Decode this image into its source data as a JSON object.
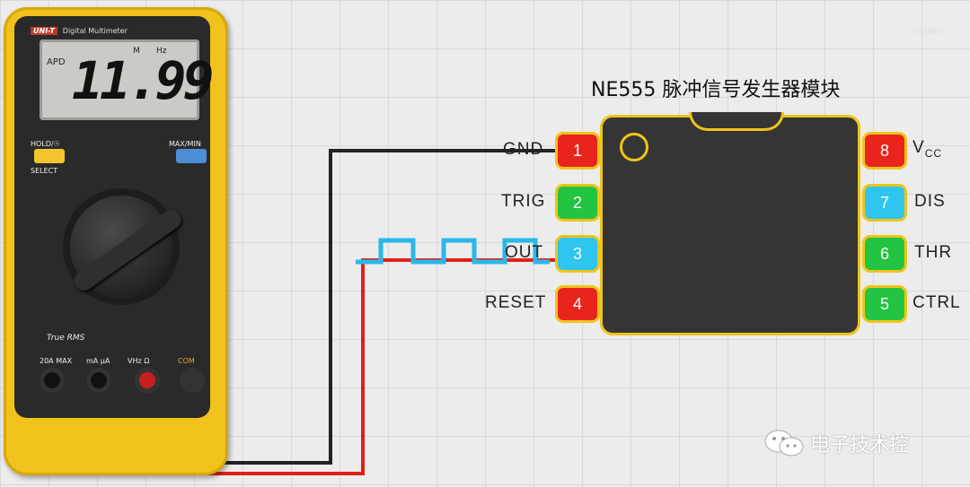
{
  "multimeter": {
    "brand": "UNI-T",
    "subtitle": "Digital Multimeter",
    "model": "UT890C⁺",
    "display": {
      "value": "11.99",
      "unit_prefix": "M",
      "unit": "Hz",
      "mode": "APD"
    },
    "buttons": {
      "hold_label": "HOLD/☉",
      "select_label": "SELECT",
      "maxmin_label": "MAX/MIN"
    },
    "true_rms": "True RMS",
    "jacks": {
      "a20_label": "20A MAX",
      "ma_label": "mA µA",
      "vhz_label": "VHz Ω",
      "com_label": "COM"
    }
  },
  "module": {
    "title": "NE555 脉冲信号发生器模块",
    "pins": [
      {
        "num": "1",
        "name": "GND",
        "color": "#e8241d"
      },
      {
        "num": "2",
        "name": "TRIG",
        "color": "#22c441"
      },
      {
        "num": "3",
        "name": "OUT",
        "color": "#2ec6ef"
      },
      {
        "num": "4",
        "name": "RESET",
        "color": "#e8241d"
      },
      {
        "num": "5",
        "name": "CTRL",
        "color": "#22c441"
      },
      {
        "num": "6",
        "name": "THR",
        "color": "#22c441"
      },
      {
        "num": "7",
        "name": "DIS",
        "color": "#2ec6ef"
      },
      {
        "num": "8",
        "name": "V",
        "name_sub": "CC",
        "color": "#e8241d"
      }
    ]
  },
  "watermark": {
    "text": "电子技术控"
  },
  "colors": {
    "wire_gnd": "#222222",
    "wire_out": "#e0201a",
    "signal": "#29b8ea",
    "chip_border": "#f0c419"
  }
}
